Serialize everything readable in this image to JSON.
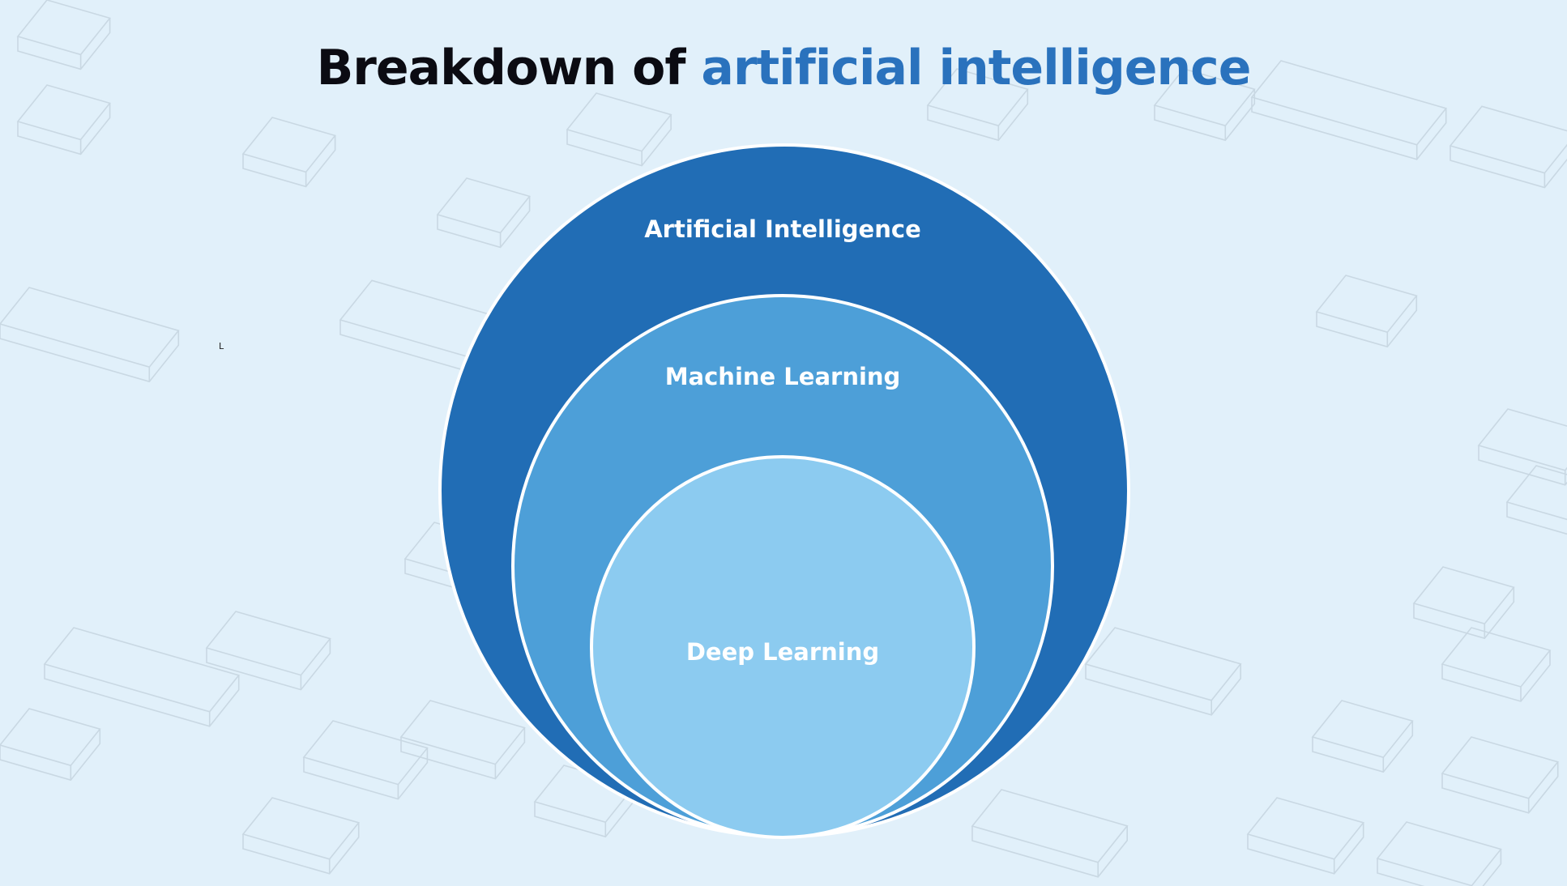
{
  "title": {
    "part1": "Breakdown of ",
    "part2": "artificial intelligence"
  },
  "colors": {
    "background": "#e1f0fa",
    "title_dark": "#0b0b12",
    "title_accent": "#2a72bd",
    "outer_circle": "#216db5",
    "middle_circle": "#4d9fd8",
    "inner_circle": "#8ccbf0",
    "pattern_stroke": "#c9d8e3"
  },
  "diagram": {
    "circles": [
      {
        "level": "outer",
        "label": "Artificial Intelligence"
      },
      {
        "level": "middle",
        "label": "Machine Learning"
      },
      {
        "level": "inner",
        "label": "Deep Learning"
      }
    ]
  },
  "stray_mark": "L"
}
